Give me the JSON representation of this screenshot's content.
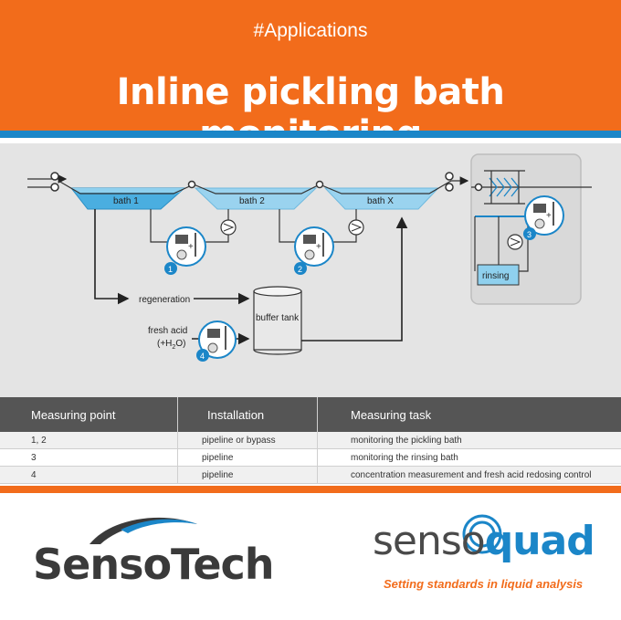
{
  "header": {
    "tagline": "#Applications",
    "title": "Inline pickling bath monitoring"
  },
  "diagram": {
    "bath_labels": [
      "bath 1",
      "bath 2",
      "bath X"
    ],
    "measuring_points": [
      "1",
      "2",
      "3",
      "4"
    ],
    "regeneration_label": "regeneration",
    "buffer_tank_label": "buffer tank",
    "fresh_acid_line1": "fresh acid",
    "fresh_acid_line2": "(+H",
    "fresh_acid_sub": "2",
    "fresh_acid_line2_end": "O)",
    "rinsing_label": "rinsing",
    "colors": {
      "water": "#8fd0ee",
      "water_dark": "#4aaee0",
      "marker": "#1b86c8",
      "line": "#333333"
    }
  },
  "table": {
    "headers": [
      "Measuring point",
      "Installation",
      "Measuring task"
    ],
    "rows": [
      [
        "1, 2",
        "pipeline or bypass",
        "monitoring the pickling bath"
      ],
      [
        "3",
        "pipeline",
        "monitoring the rinsing bath"
      ],
      [
        "4",
        "pipeline",
        "concentration measurement and fresh acid redosing control"
      ]
    ]
  },
  "logos": {
    "sensotech": "SensoTech",
    "sensoquad_part1": "senso",
    "sensoquad_part2": "quad",
    "sensoquad_tagline": "Setting standards in liquid analysis"
  },
  "brand_colors": {
    "orange": "#f26c1b",
    "blue": "#1b86c8",
    "gray": "#555555"
  }
}
